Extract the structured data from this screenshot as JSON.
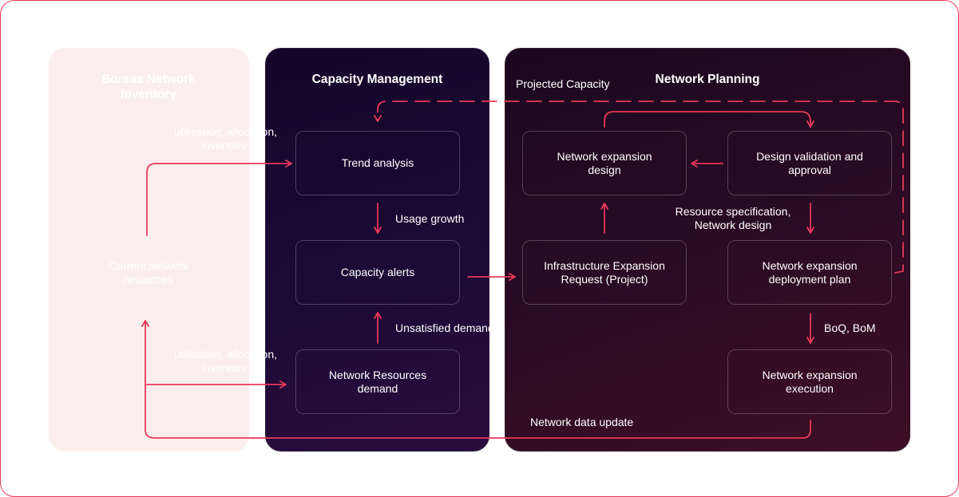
{
  "panels": {
    "inventory": {
      "title_line1": "Boreas Network",
      "title_line2": "Inventory"
    },
    "capacity": {
      "title": "Capacity Management"
    },
    "planning": {
      "title": "Network Planning"
    }
  },
  "nodes": {
    "trend_analysis": "Trend analysis",
    "capacity_alerts": "Capacity alerts",
    "network_resources_demand_line1": "Network Resources",
    "network_resources_demand_line2": "demand",
    "network_expansion_design_line1": "Network expansion",
    "network_expansion_design_line2": "design",
    "design_validation_line1": "Design validation and",
    "design_validation_line2": "approval",
    "infra_request_line1": "Infrastructure Expansion",
    "infra_request_line2": "Request (Project)",
    "deployment_plan_line1": "Network expansion",
    "deployment_plan_line2": "deployment plan",
    "execution_line1": "Network expansion",
    "execution_line2": "execution"
  },
  "labels": {
    "projected_capacity": "Projected Capacity",
    "usage_growth": "Usage growth",
    "unsatisfied_demand": "Unsatisfied demand",
    "resource_spec_line1": "Resource specification,",
    "resource_spec_line2": "Network design",
    "boq_bom": "BoQ, BoM",
    "network_data_update": "Network data update",
    "util_top_line1": "utilisation, allocation,",
    "util_top_line2": "inventory",
    "util_bottom_line1": "utilisation, allocation,",
    "util_bottom_line2": "inventory",
    "current_resources_line1": "Current network",
    "current_resources_line2": "resources"
  },
  "colors": {
    "arrow": "#e8395a",
    "capacity_panel": "#1c0a35",
    "planning_panel": "#2c0b25",
    "inventory_panel": "#fdeeee"
  }
}
